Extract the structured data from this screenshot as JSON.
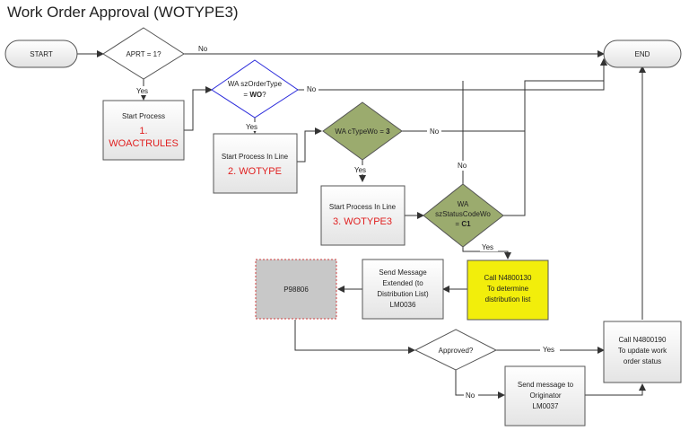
{
  "title": "Work Order Approval (WOTYPE3)",
  "nodes": {
    "start": "START",
    "end": "END",
    "d_aprt": "APRT = 1?",
    "d_ordertype_line1": "WA szOrderType",
    "d_ordertype_line2_prefix": "= ",
    "d_ordertype_line2_bold": "WO",
    "d_ordertype_line2_suffix": "?",
    "d_ctype_prefix": "WA cTypeWo = ",
    "d_ctype_bold": "3",
    "d_status_line1": "WA",
    "d_status_line2": "szStatusCodeWo",
    "d_status_line3_prefix": "= ",
    "d_status_line3_bold": "C1",
    "p_start_line1": "Start Process",
    "p_start_line2": "1.",
    "p_start_line3": "WOACTRULES",
    "p_inline2_line1": "Start Process In Line",
    "p_inline2_line2": "2. WOTYPE",
    "p_inline3_line1": "Start Process In Line",
    "p_inline3_line2": "3. WOTYPE3",
    "p_call130_line1": "Call N4800130",
    "p_call130_line2": "To determine",
    "p_call130_line3": "distribution list",
    "p_sendext_line1": "Send Message",
    "p_sendext_line2": "Extended (to",
    "p_sendext_line3": "Distribution List)",
    "p_sendext_line4": "LM0036",
    "p_p98806": "P98806",
    "d_approved": "Approved?",
    "p_call190_line1": "Call N4800190",
    "p_call190_line2": "To update work",
    "p_call190_line3": "order status",
    "p_sendorig_line1": "Send message to",
    "p_sendorig_line2": "Originator",
    "p_sendorig_line3": "LM0037"
  },
  "edge_labels": {
    "aprt_no": "No",
    "aprt_yes": "Yes",
    "ordertype_no": "No",
    "ordertype_yes": "Yes",
    "ctype_no": "No",
    "ctype_yes": "Yes",
    "status_no": "No",
    "status_yes": "Yes",
    "approved_yes": "Yes",
    "approved_no": "No"
  },
  "colors": {
    "diamond_green": "#9bab6e",
    "yellow_box": "#f2ee0b",
    "grey_box": "#c8c8c8",
    "blue_border": "#2b2bdb",
    "red_text": "#e02020"
  }
}
